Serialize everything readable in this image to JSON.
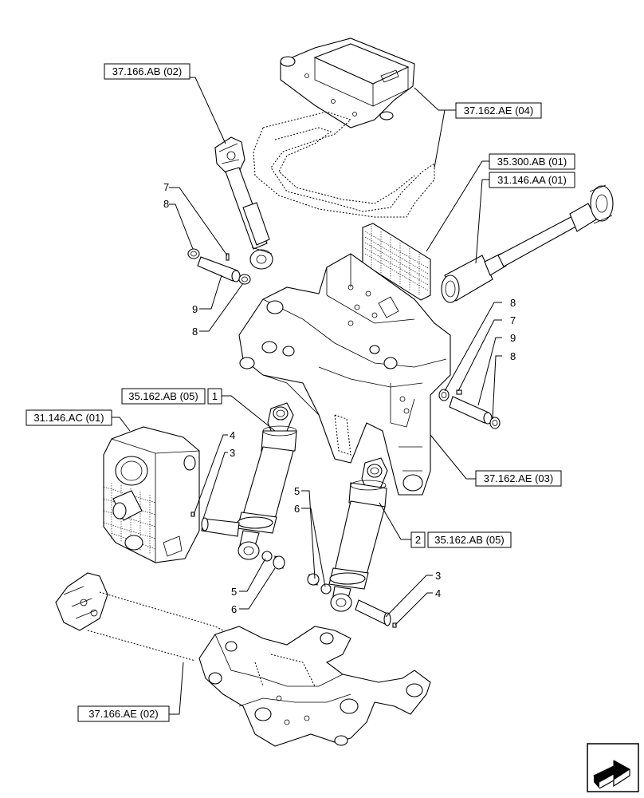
{
  "references": {
    "ref_37166AB_02": "37.166.AB (02)",
    "ref_37162AE_04": "37.162.AE (04)",
    "ref_35300AB_01": "35.300.AB (01)",
    "ref_31146AA_01": "31.146.AA (01)",
    "ref_35162AB_05_top": "35.162.AB (05)",
    "ref_31146AC_01": "31.146.AC (01)",
    "ref_37162AE_03": "37.162.AE (03)",
    "ref_35162AB_05_mid": "35.162.AB (05)",
    "ref_37166AE_02": "37.166.AE (02)"
  },
  "callouts": {
    "item_1": "1",
    "item_2": "2",
    "left_7": "7",
    "left_8a": "8",
    "left_9": "9",
    "left_8b": "8",
    "right_8a": "8",
    "right_7": "7",
    "right_9": "9",
    "right_8b": "8",
    "cyl1_4": "4",
    "cyl1_3": "3",
    "cyl1_5": "5",
    "cyl1_6": "6",
    "cyl2_5": "5",
    "cyl2_6": "6",
    "cyl2_3": "3",
    "cyl2_4": "4"
  },
  "icons": {
    "navigation": "next-page-arrow-icon"
  }
}
